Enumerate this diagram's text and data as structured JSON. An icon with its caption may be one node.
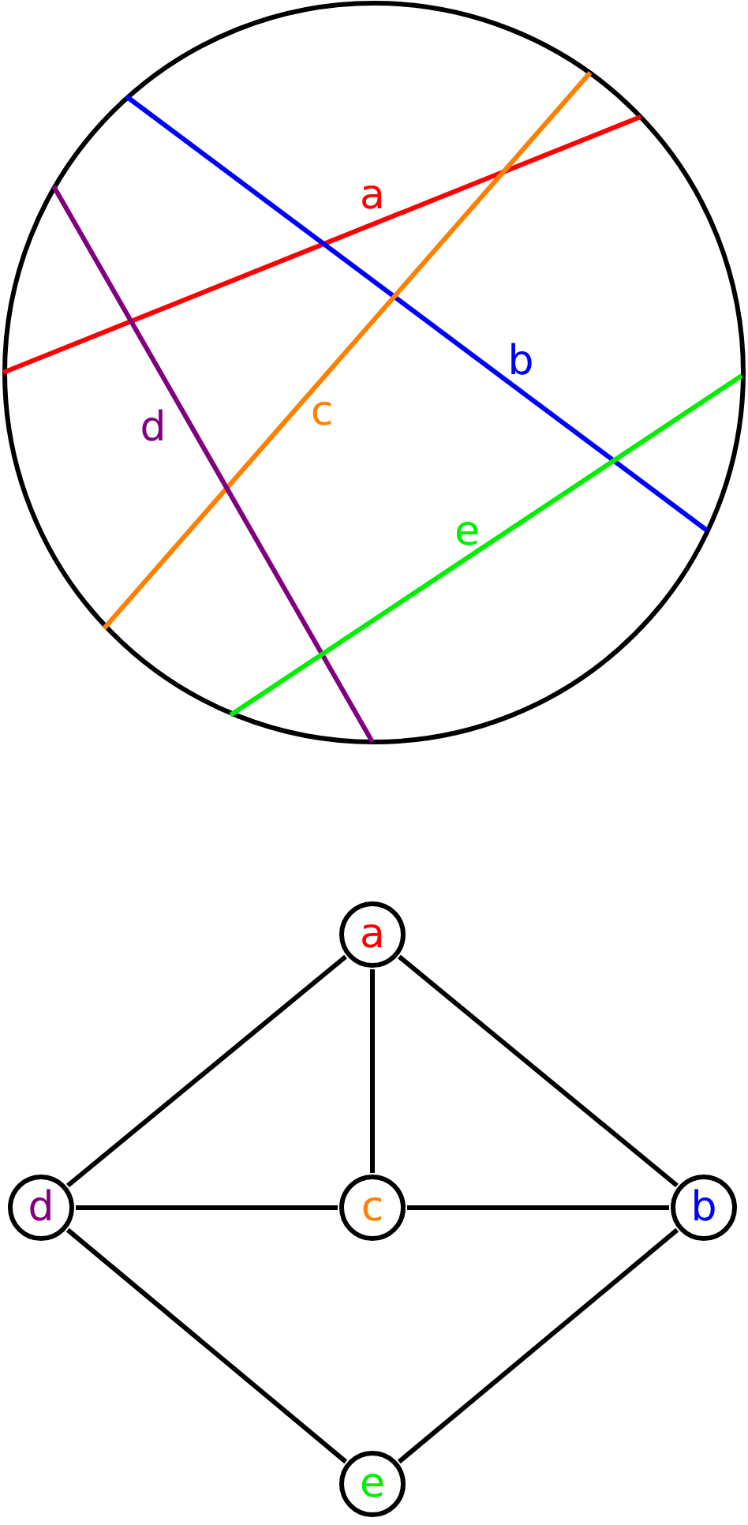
{
  "diagram": {
    "nodes": [
      {
        "text": [
          "a"
        ]
      },
      {
        "text": [
          "d"
        ]
      },
      {
        "text": [
          "c"
        ]
      },
      {
        "text": [
          "b"
        ]
      },
      {
        "text": [
          "e"
        ]
      }
    ],
    "edges": [
      {
        "from": 0,
        "to": 1,
        "arrow": "none"
      },
      {
        "from": 0,
        "to": 2,
        "arrow": "none"
      },
      {
        "from": 0,
        "to": 3,
        "arrow": "none"
      },
      {
        "from": 1,
        "to": 2,
        "arrow": "none"
      },
      {
        "from": 2,
        "to": 3,
        "arrow": "none"
      },
      {
        "from": 1,
        "to": 4,
        "arrow": "none"
      },
      {
        "from": 3,
        "to": 4,
        "arrow": "none"
      }
    ],
    "labels": [
      "a",
      "b",
      "c",
      "d",
      "e"
    ]
  }
}
